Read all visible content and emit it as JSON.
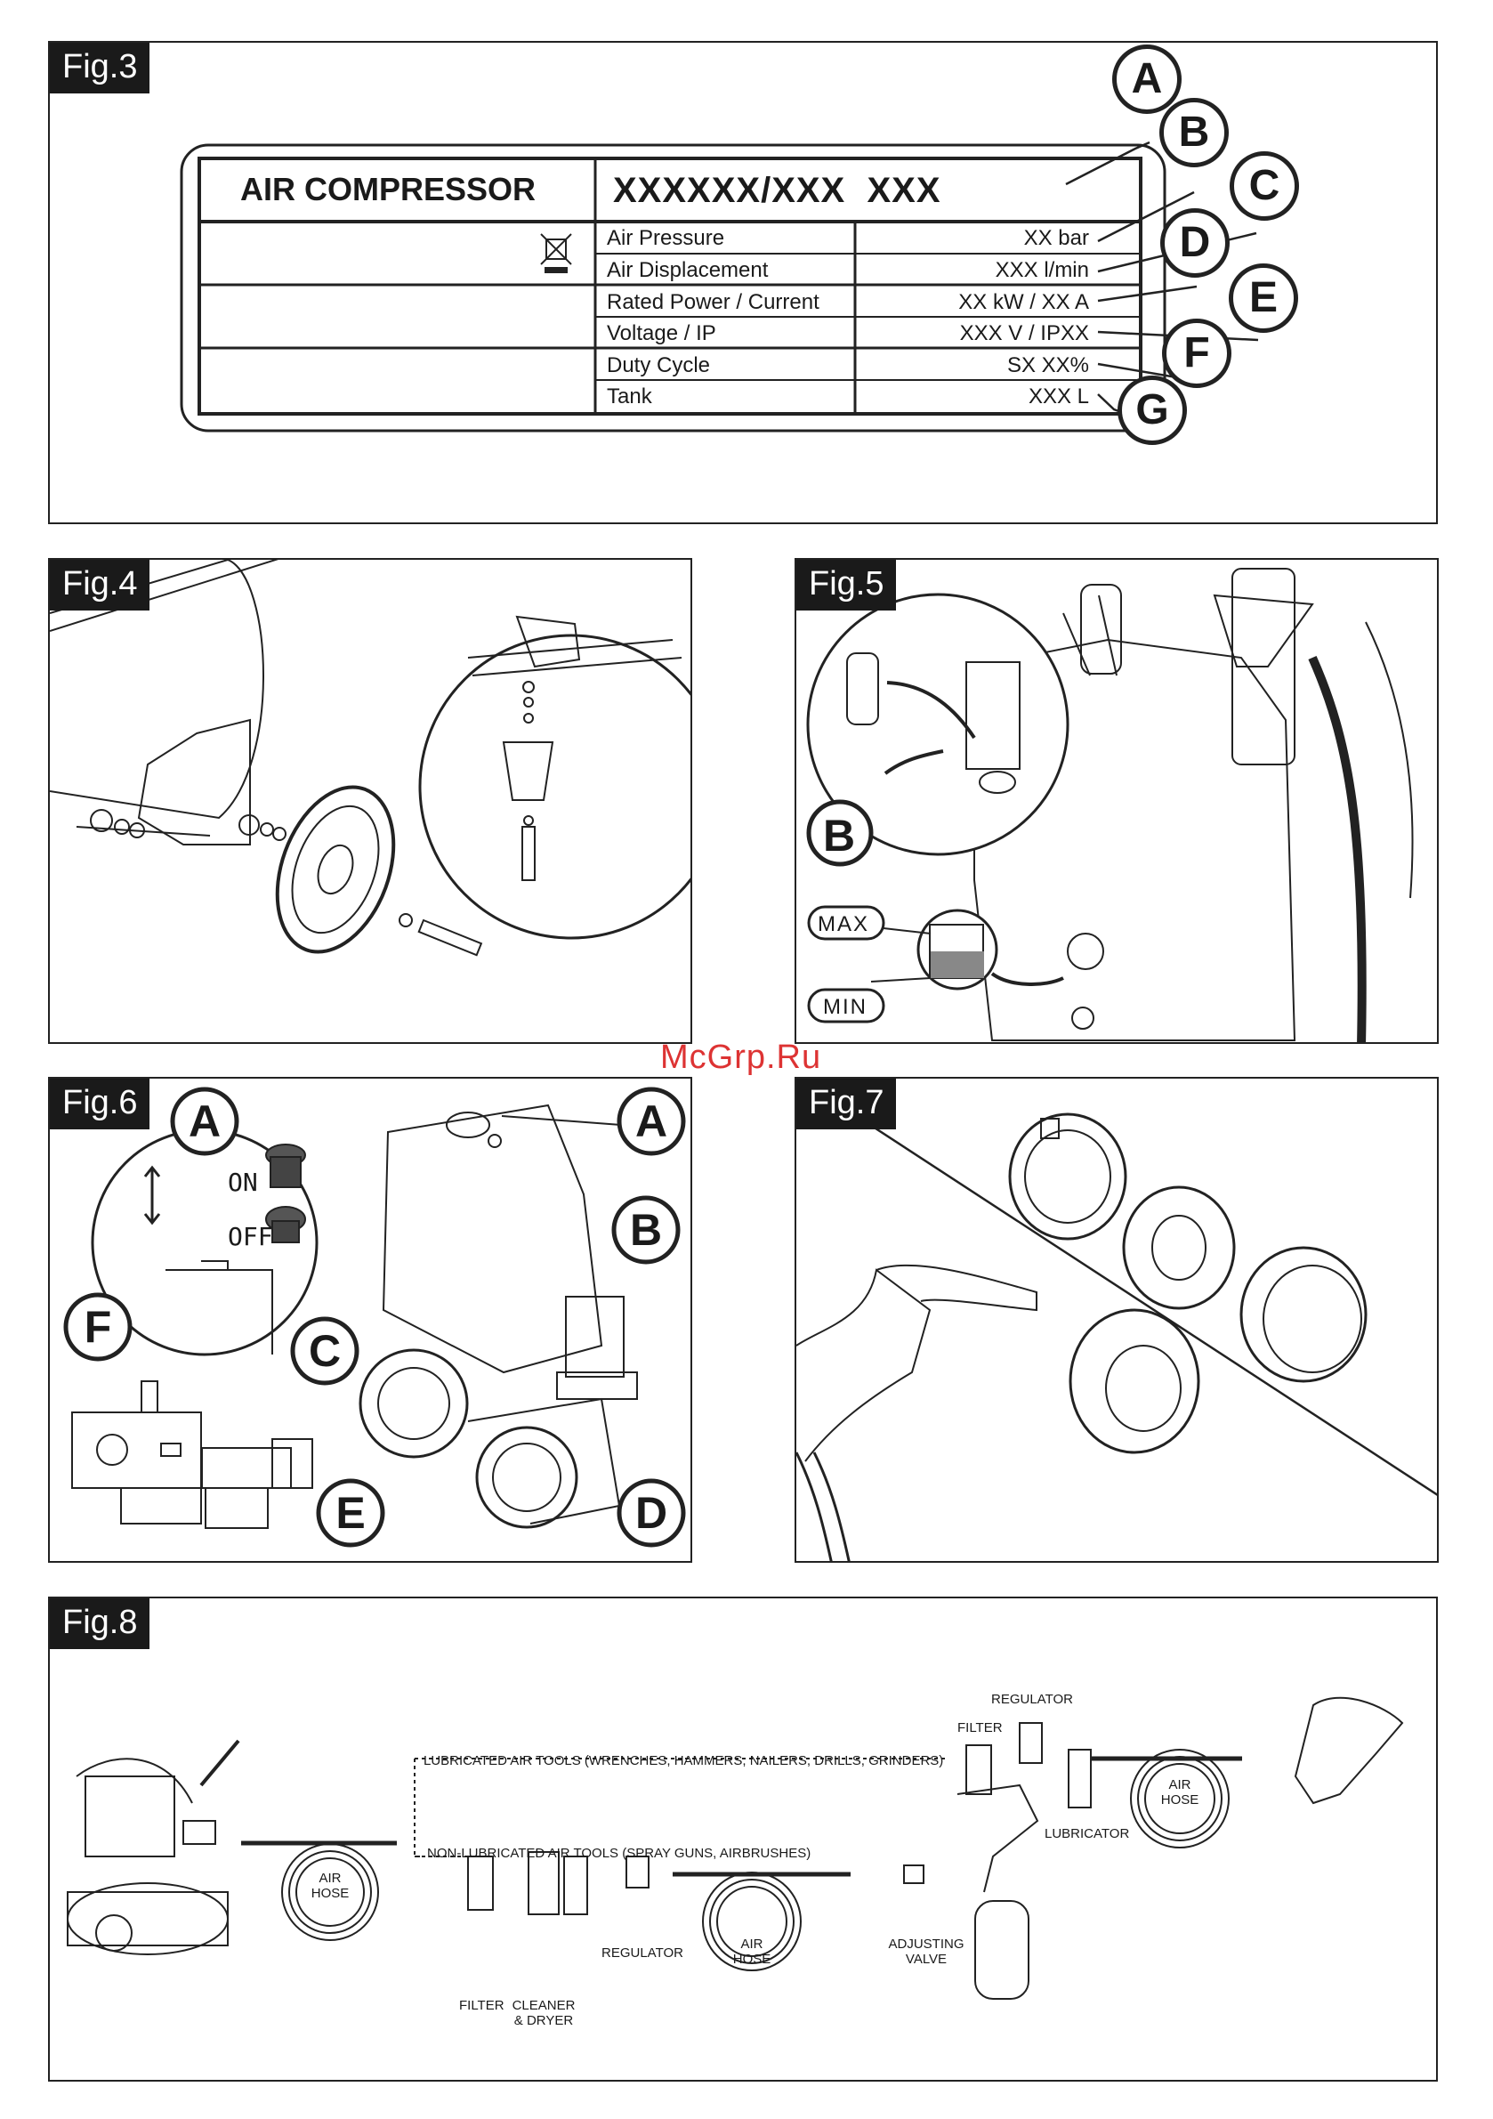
{
  "watermark": "McGrp.Ru",
  "fig3": {
    "tag": "Fig.3",
    "plate_title": "AIR COMPRESSOR",
    "plate_model": "XXXXXX/XXX  XXX",
    "rows": [
      {
        "label": "Air Pressure",
        "value": "XX bar"
      },
      {
        "label": "Air Displacement",
        "value": "XXX l/min"
      },
      {
        "label": "Rated Power / Current",
        "value": "XX kW / XX A"
      },
      {
        "label": "Voltage / IP",
        "value": "XXX V / IPXX"
      },
      {
        "label": "Duty Cycle",
        "value": "SX XX%"
      },
      {
        "label": "Tank",
        "value": "XXX L"
      }
    ],
    "callouts": [
      "A",
      "B",
      "C",
      "D",
      "E",
      "F",
      "G"
    ]
  },
  "fig4": {
    "tag": "Fig.4"
  },
  "fig5": {
    "tag": "Fig.5",
    "callout_b": "B",
    "max": "MAX",
    "min": "MIN"
  },
  "fig6": {
    "tag": "Fig.6",
    "callouts": [
      "A",
      "A",
      "B",
      "C",
      "D",
      "E",
      "F"
    ],
    "on": "ON",
    "off": "OFF"
  },
  "fig7": {
    "tag": "Fig.7"
  },
  "fig8": {
    "tag": "Fig.8",
    "lubricated": "LUBRICATED AIR TOOLS (WRENCHES, HAMMERS, NAILERS, DRILLS, GRINDERS)",
    "non_lubricated": "NON-LUBRICATED AIR TOOLS (SPRAY GUNS, AIRBRUSHES)",
    "regulator_top": "REGULATOR",
    "filter_top": "FILTER",
    "lubricator": "LUBRICATOR",
    "air": "AIR",
    "hose": "HOSE",
    "filter_bottom": "FILTER",
    "cleaner": "CLEANER",
    "dryer": "& DRYER",
    "regulator_bottom": "REGULATOR",
    "adjusting": "ADJUSTING",
    "valve": "VALVE"
  }
}
